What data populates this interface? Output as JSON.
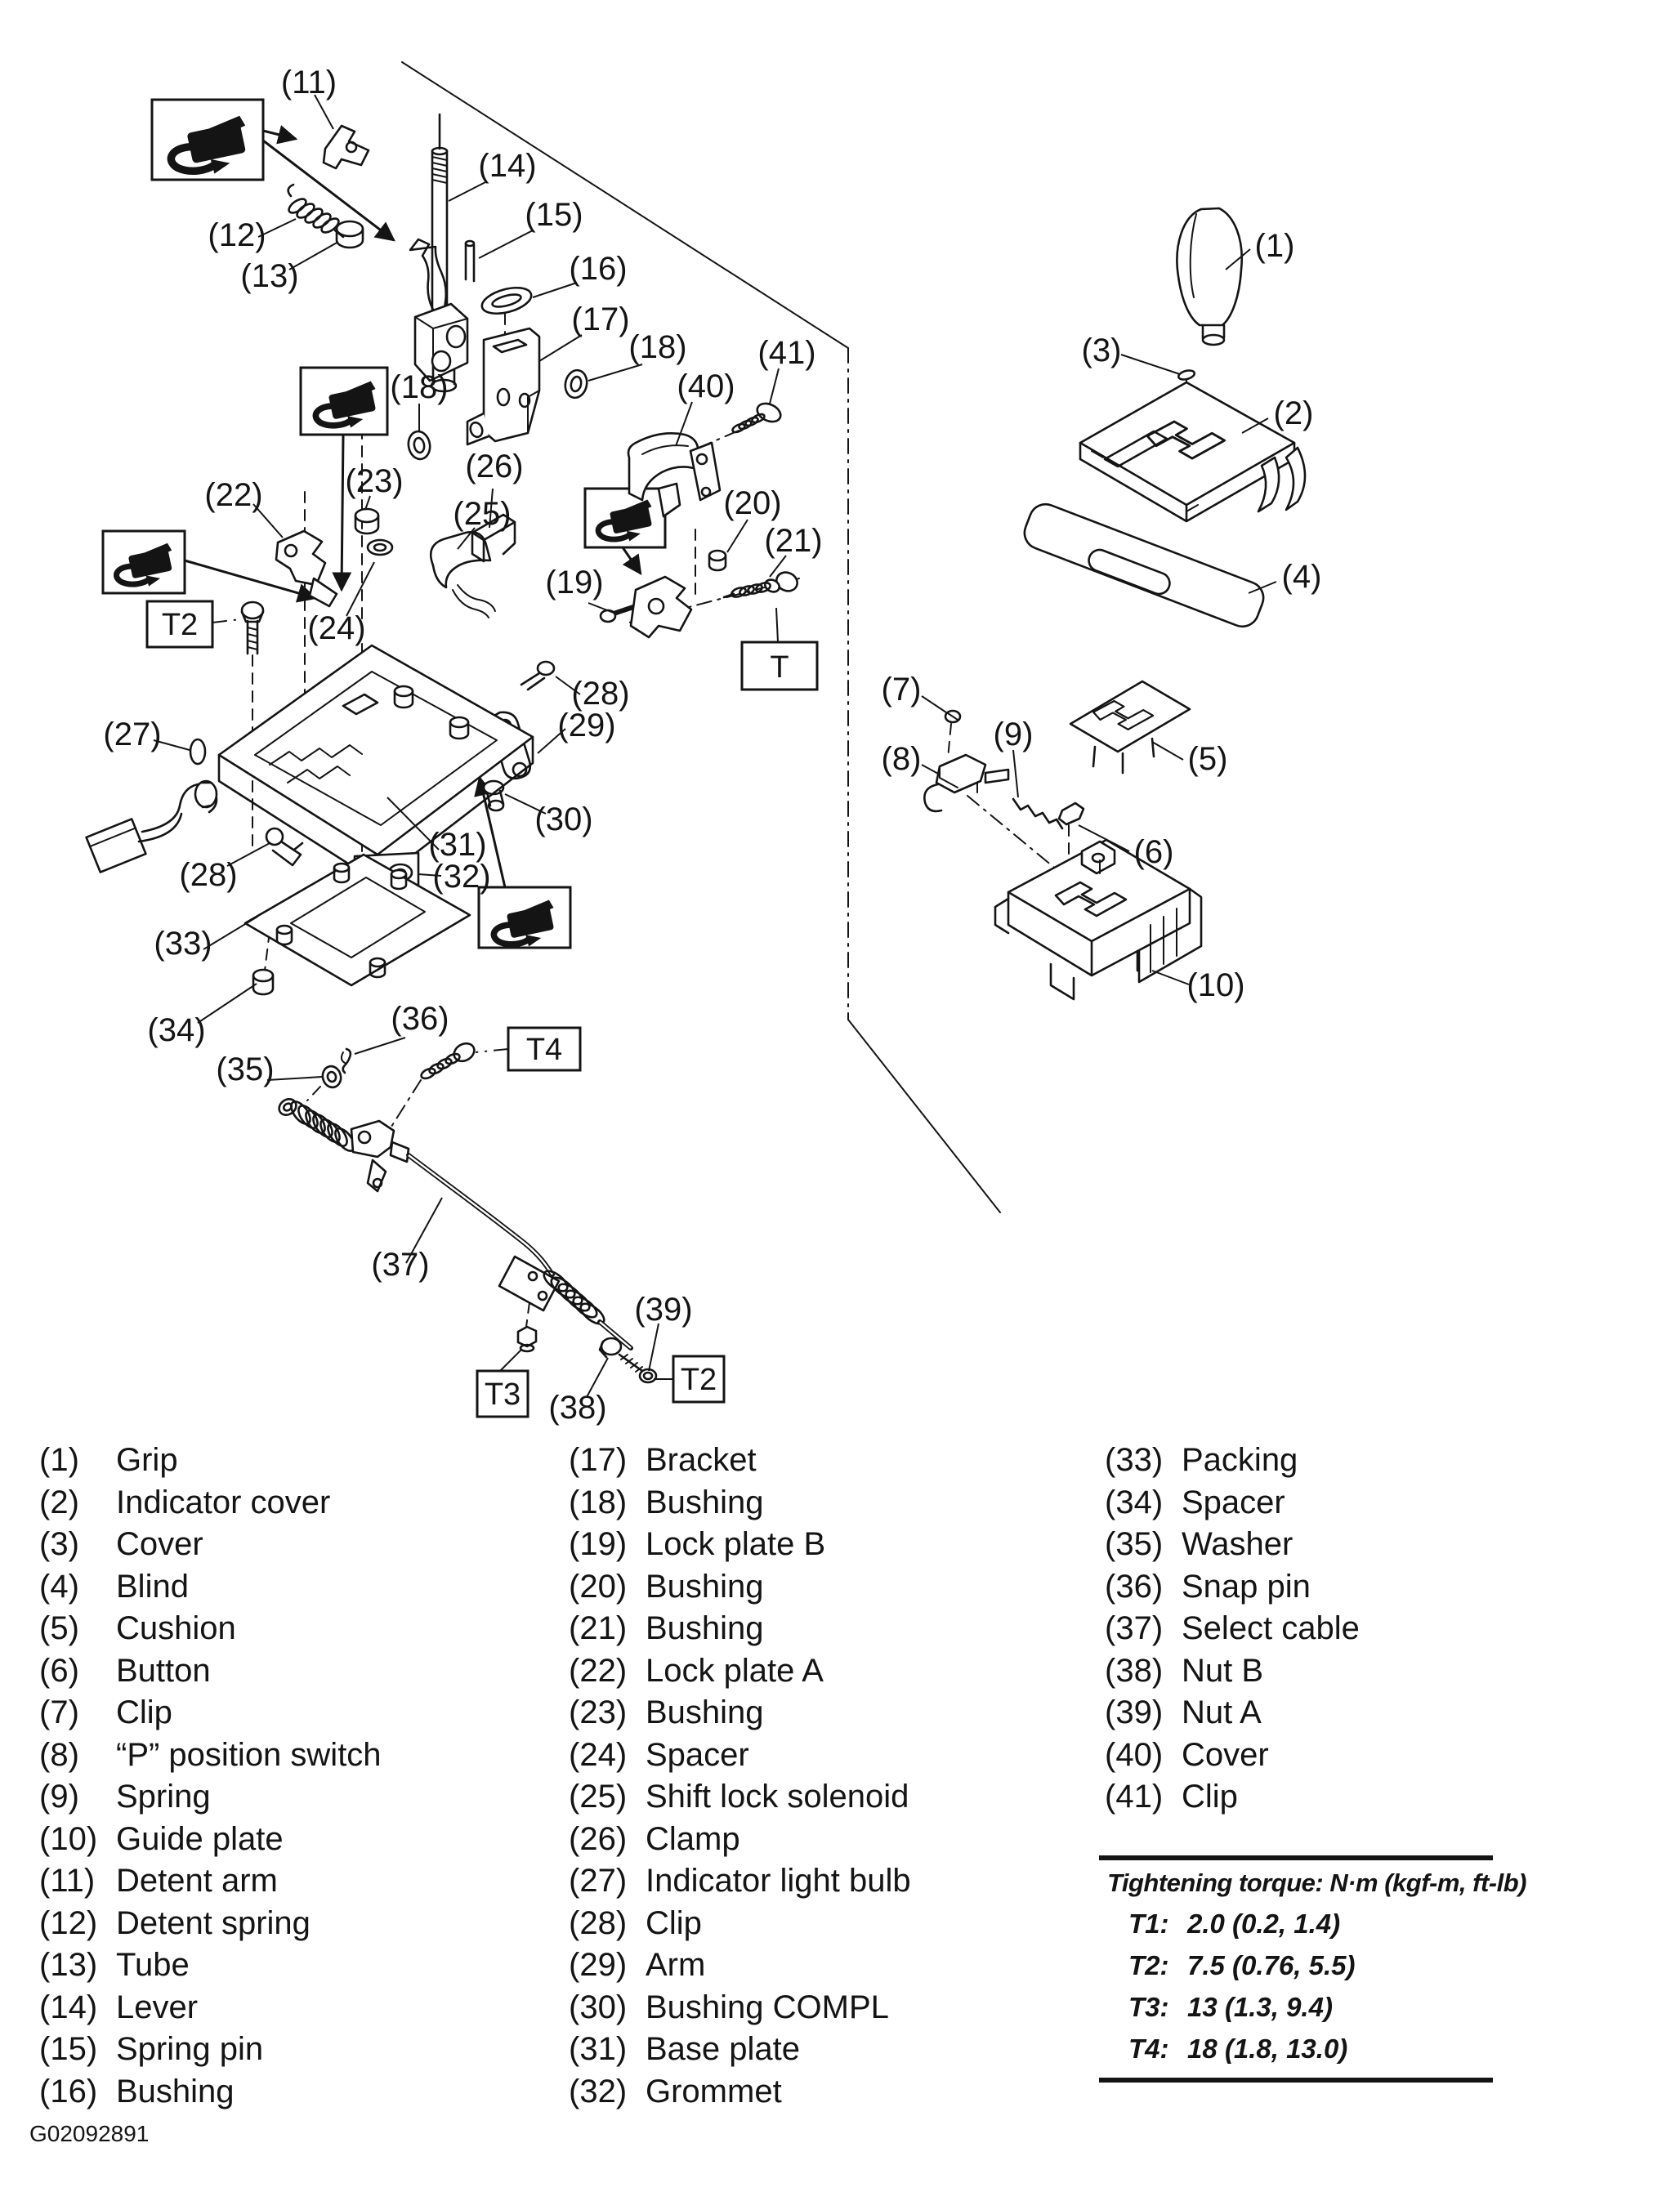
{
  "figure_code": "G02092891",
  "diagram": {
    "icons": {
      "grease": "grease-gun-icon"
    },
    "callouts": {
      "n1": "(1)",
      "n2": "(2)",
      "n3": "(3)",
      "n4": "(4)",
      "n5": "(5)",
      "n6": "(6)",
      "n7": "(7)",
      "n8": "(8)",
      "n9": "(9)",
      "n10": "(10)",
      "n11": "(11)",
      "n12": "(12)",
      "n13": "(13)",
      "n14": "(14)",
      "n15": "(15)",
      "n16": "(16)",
      "n17": "(17)",
      "n18": "(18)",
      "n18b": "(18)",
      "n19": "(19)",
      "n20": "(20)",
      "n21": "(21)",
      "n22": "(22)",
      "n23": "(23)",
      "n24": "(24)",
      "n25": "(25)",
      "n26": "(26)",
      "n27": "(27)",
      "n28": "(28)",
      "n28b": "(28)",
      "n29": "(29)",
      "n30": "(30)",
      "n31": "(31)",
      "n32": "(32)",
      "n33": "(33)",
      "n34": "(34)",
      "n35": "(35)",
      "n36": "(36)",
      "n37": "(37)",
      "n38": "(38)",
      "n39": "(39)",
      "n40": "(40)",
      "n41": "(41)"
    },
    "torque_refs": {
      "t": "T",
      "t2a": "T2",
      "t2b": "T2",
      "t3": "T3",
      "t4": "T4"
    }
  },
  "parts_list": {
    "columns": [
      {
        "items": [
          {
            "num": "(1)",
            "name": "Grip"
          },
          {
            "num": "(2)",
            "name": "Indicator cover"
          },
          {
            "num": "(3)",
            "name": "Cover"
          },
          {
            "num": "(4)",
            "name": "Blind"
          },
          {
            "num": "(5)",
            "name": "Cushion"
          },
          {
            "num": "(6)",
            "name": "Button"
          },
          {
            "num": "(7)",
            "name": "Clip"
          },
          {
            "num": "(8)",
            "name": "“P” position switch"
          },
          {
            "num": "(9)",
            "name": "Spring"
          },
          {
            "num": "(10)",
            "name": "Guide plate"
          },
          {
            "num": "(11)",
            "name": "Detent arm"
          },
          {
            "num": "(12)",
            "name": "Detent spring"
          },
          {
            "num": "(13)",
            "name": "Tube"
          },
          {
            "num": "(14)",
            "name": "Lever"
          },
          {
            "num": "(15)",
            "name": "Spring pin"
          },
          {
            "num": "(16)",
            "name": "Bushing"
          }
        ]
      },
      {
        "items": [
          {
            "num": "(17)",
            "name": "Bracket"
          },
          {
            "num": "(18)",
            "name": "Bushing"
          },
          {
            "num": "(19)",
            "name": "Lock plate B"
          },
          {
            "num": "(20)",
            "name": "Bushing"
          },
          {
            "num": "(21)",
            "name": "Bushing"
          },
          {
            "num": "(22)",
            "name": "Lock plate A"
          },
          {
            "num": "(23)",
            "name": "Bushing"
          },
          {
            "num": "(24)",
            "name": "Spacer"
          },
          {
            "num": "(25)",
            "name": "Shift lock solenoid"
          },
          {
            "num": "(26)",
            "name": "Clamp"
          },
          {
            "num": "(27)",
            "name": "Indicator light bulb"
          },
          {
            "num": "(28)",
            "name": "Clip"
          },
          {
            "num": "(29)",
            "name": "Arm"
          },
          {
            "num": "(30)",
            "name": "Bushing COMPL"
          },
          {
            "num": "(31)",
            "name": "Base plate"
          },
          {
            "num": "(32)",
            "name": "Grommet"
          }
        ]
      },
      {
        "items": [
          {
            "num": "(33)",
            "name": "Packing"
          },
          {
            "num": "(34)",
            "name": "Spacer"
          },
          {
            "num": "(35)",
            "name": "Washer"
          },
          {
            "num": "(36)",
            "name": "Snap pin"
          },
          {
            "num": "(37)",
            "name": "Select cable"
          },
          {
            "num": "(38)",
            "name": "Nut B"
          },
          {
            "num": "(39)",
            "name": "Nut A"
          },
          {
            "num": "(40)",
            "name": "Cover"
          },
          {
            "num": "(41)",
            "name": "Clip"
          }
        ]
      }
    ]
  },
  "torque_table": {
    "title": "Tightening torque: N·m (kgf-m, ft-lb)",
    "rows": [
      {
        "label": "T1:",
        "value": "2.0 (0.2, 1.4)"
      },
      {
        "label": "T2:",
        "value": "7.5 (0.76, 5.5)"
      },
      {
        "label": "T3:",
        "value": "13 (1.3, 9.4)"
      },
      {
        "label": "T4:",
        "value": "18 (1.8, 13.0)"
      }
    ]
  }
}
